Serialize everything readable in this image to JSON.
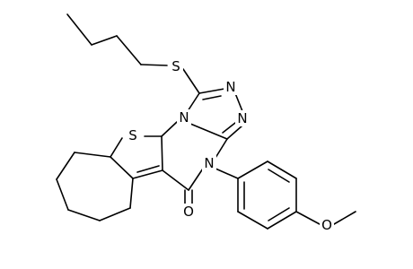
{
  "atoms": {
    "S_thioether": "S",
    "N_1": "N",
    "N_2": "N",
    "N_3": "N",
    "N_4": "N",
    "S_thiophene": "S",
    "O_carbonyl": "O",
    "O_methoxy": "O"
  }
}
